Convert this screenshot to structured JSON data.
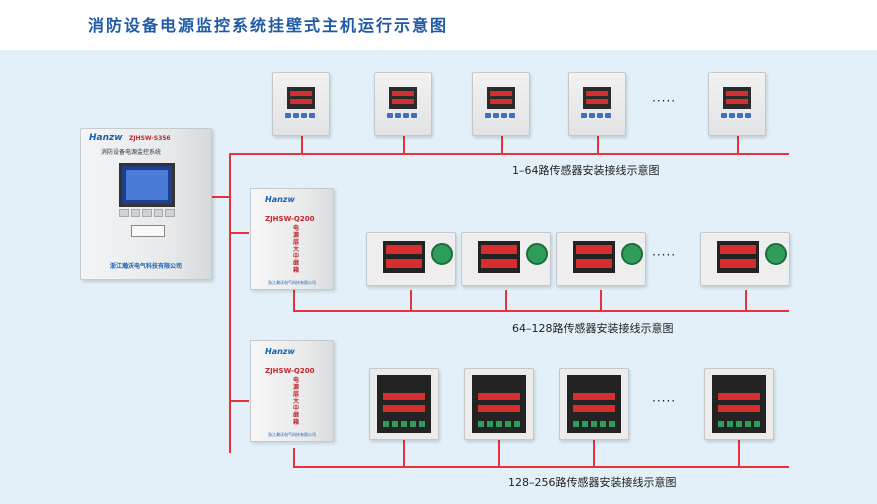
{
  "title": "消防设备电源监控系统挂壁式主机运行示意图",
  "host": {
    "brand": "Hanzw",
    "model": "ZJHSW-S356",
    "name": "消防设备电源监控系统",
    "company": "浙江瀚沃电气科技有限公司"
  },
  "relays": [
    {
      "brand": "Hanzw",
      "model": "ZJHSW-Q200",
      "label": "电源层大中继箱",
      "company": "浙江瀚沃电气科技有限公司"
    },
    {
      "brand": "Hanzw",
      "model": "ZJHSW-Q200",
      "label": "电源层大中继箱",
      "company": "浙江瀚沃电气科技有限公司"
    }
  ],
  "ellipsis": "·····",
  "captions": [
    "1–64路传感器安装接线示意图",
    "64–128路传感器安装接线示意图",
    "128–256路传感器安装接线示意图"
  ],
  "colors": {
    "wire": "#e8333a",
    "panel": "#e3f0f9",
    "title": "#1f5aa6"
  }
}
